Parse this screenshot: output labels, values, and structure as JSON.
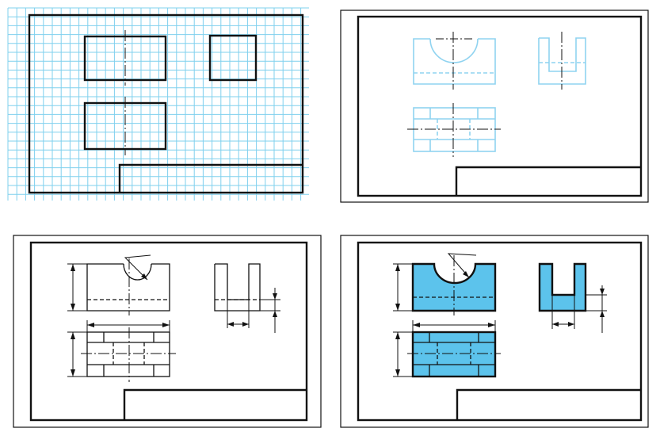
{
  "colors": {
    "ink": "#111111",
    "grid": "#7fd0ee",
    "construction": "#8fd3f0",
    "fill": "#5cc3ec",
    "paper": "#ffffff"
  },
  "panels": [
    {
      "step": 1,
      "content": "sheet-on-grid-with-view-boxes"
    },
    {
      "step": 2,
      "content": "light-construction-views"
    },
    {
      "step": 3,
      "content": "outlined-views-with-dimension-lines"
    },
    {
      "step": 4,
      "content": "finished-views-filled"
    }
  ]
}
